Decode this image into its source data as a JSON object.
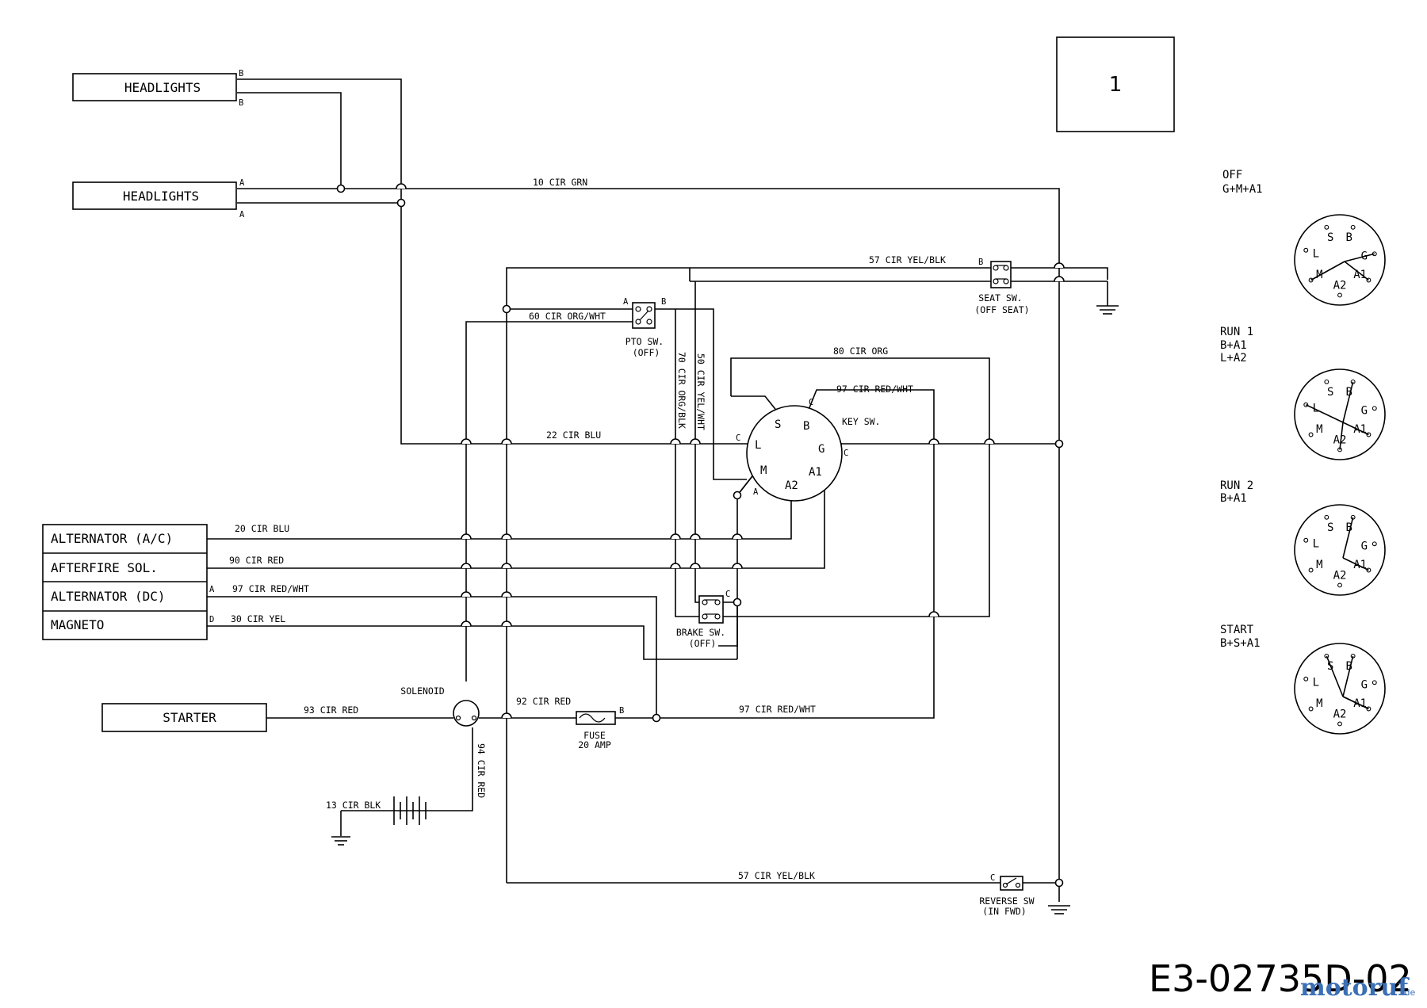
{
  "page_box": "1",
  "components": {
    "headlights_1": "HEADLIGHTS",
    "headlights_2": "HEADLIGHTS",
    "alternator_ac": "ALTERNATOR (A/C)",
    "afterfire_sol": "AFTERFIRE SOL.",
    "alternator_dc": "ALTERNATOR (DC)",
    "magneto": "MAGNETO",
    "starter": "STARTER",
    "solenoid": "SOLENOID",
    "pto_sw": "PTO SW.",
    "pto_sw_state": "(OFF)",
    "seat_sw": "SEAT SW.",
    "seat_sw_state": "(OFF SEAT)",
    "key_sw": "KEY SW.",
    "brake_sw": "BRAKE SW.",
    "brake_sw_state": "(OFF)",
    "fuse": "FUSE",
    "fuse_rating": "20 AMP",
    "reverse_sw": "REVERSE SW",
    "reverse_sw_state": "(IN FWD)"
  },
  "wires": {
    "w10": "10 CIR GRN",
    "w57_top": "57 CIR YEL/BLK",
    "w60": "60 CIR ORG/WHT",
    "w80": "80 CIR ORG",
    "w97_top": "97 CIR RED/WHT",
    "w22": "22 CIR BLU",
    "w70": "70 CIR ORG/BLK",
    "w50": "50 CIR YEL/WHT",
    "w20": "20 CIR BLU",
    "w90": "90 CIR RED",
    "w97_mid": "97 CIR RED/WHT",
    "w30": "30 CIR YEL",
    "w93": "93 CIR RED",
    "w92": "92 CIR RED",
    "w97_bot": "97 CIR RED/WHT",
    "w94": "94 CIR RED",
    "w13": "13 CIR BLK",
    "w57_bot": "57 CIR YEL/BLK"
  },
  "pins": {
    "b": "B",
    "a": "A",
    "c": "C",
    "d": "D"
  },
  "key_terminals": {
    "s": "S",
    "b": "B",
    "l": "L",
    "g": "G",
    "m": "M",
    "a1": "A1",
    "a2": "A2"
  },
  "positions": [
    {
      "name": "OFF",
      "combo": "G+M+A1"
    },
    {
      "name": "RUN 1",
      "combo": "B+A1",
      "combo2": "L+A2"
    },
    {
      "name": "RUN 2",
      "combo": "B+A1"
    },
    {
      "name": "START",
      "combo": "B+S+A1"
    }
  ],
  "diagram_code": "E3-02735D-02",
  "watermark": {
    "brand": "motoruf",
    "tld": ".de"
  },
  "colors": {
    "line": "#000000",
    "watermark": "#3b6fb6"
  }
}
